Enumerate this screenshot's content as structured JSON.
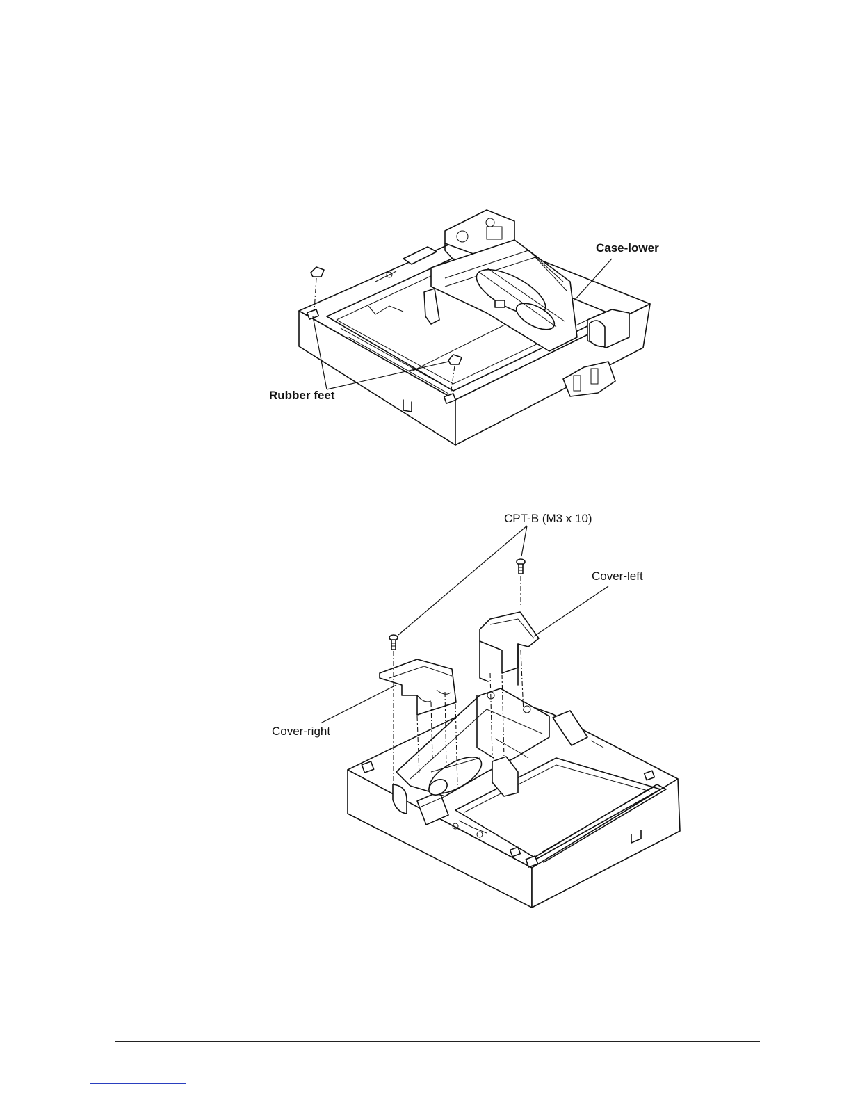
{
  "figure_top": {
    "labels": {
      "case_lower": "Case-lower",
      "rubber_feet": "Rubber feet"
    }
  },
  "figure_bottom": {
    "labels": {
      "screw": "CPT-B (M3 x 10)",
      "cover_left": "Cover-left",
      "cover_right": "Cover-right"
    }
  },
  "colors": {
    "line": "#111111",
    "link_rule": "#2a3fbf"
  }
}
